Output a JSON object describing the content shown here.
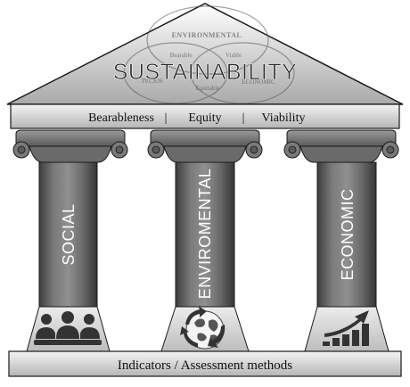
{
  "roof": {
    "title": "SUSTAINABILITY",
    "venn": {
      "environmental": "ENVIRONMENTAL",
      "social": "SOCIAL",
      "economic": "ECONOMIC",
      "bearable": "Bearable",
      "viable": "Viable",
      "equitable": "Equitable"
    }
  },
  "lintel": {
    "item1": "Bearableness",
    "sep1": "|",
    "item2": "Equity",
    "sep2": "|",
    "item3": "Viability"
  },
  "pillars": {
    "social": "SOCIAL",
    "environmental": "ENVIROMENTAL",
    "economic": "ECONOMIC"
  },
  "base": {
    "label": "Indicators / Assessment methods"
  },
  "colors": {
    "roof_light": "#f2f2f2",
    "roof_dark": "#b8b8b8",
    "pillar_dark": "#4a4a4a",
    "pillar_mid": "#8a8a8a",
    "outline": "#1a1a1a"
  }
}
